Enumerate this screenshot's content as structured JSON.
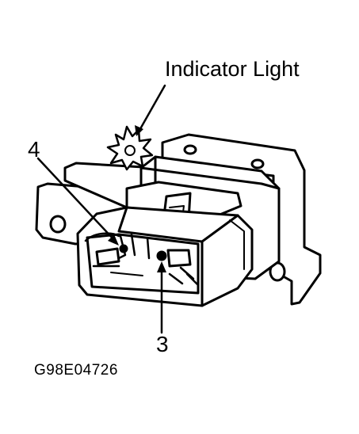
{
  "diagram": {
    "indicator_label": "Indicator Light",
    "callout_4": "4",
    "callout_3": "3",
    "figure_code": "G98E04726"
  },
  "colors": {
    "ink": "#000000",
    "paper": "#ffffff"
  }
}
